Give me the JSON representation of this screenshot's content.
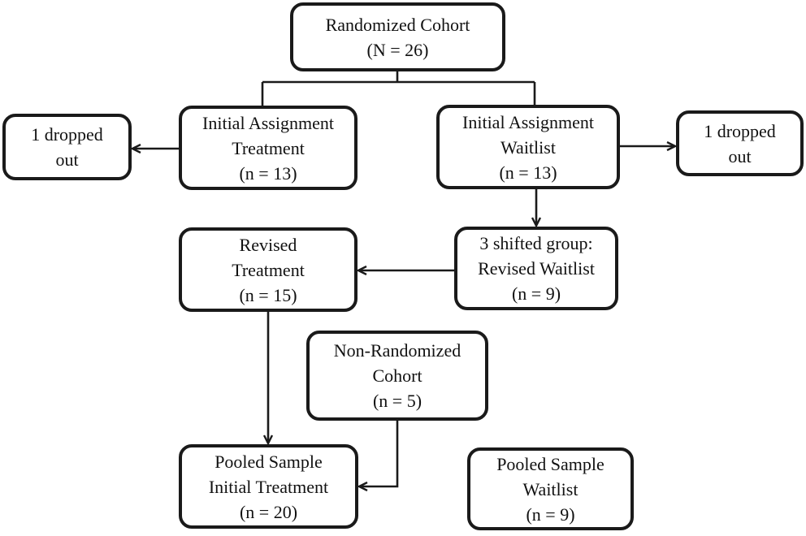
{
  "boxes": {
    "randomized_cohort": {
      "line1": "Randomized Cohort",
      "line2": "(N = 26)"
    },
    "initial_treatment": {
      "line1": "Initial Assignment",
      "line2": "Treatment",
      "line3": "(n = 13)"
    },
    "initial_waitlist": {
      "line1": "Initial Assignment",
      "line2": "Waitlist",
      "line3": "(n = 13)"
    },
    "dropout_treatment": {
      "line1": "1 dropped",
      "line2": "out"
    },
    "dropout_waitlist": {
      "line1": "1 dropped",
      "line2": "out"
    },
    "revised_treatment": {
      "line1": "Revised",
      "line2": "Treatment",
      "line3": "(n = 15)"
    },
    "revised_waitlist": {
      "line1": "3 shifted group:",
      "line2": "Revised Waitlist",
      "line3": "(n = 9)"
    },
    "non_randomized": {
      "line1": "Non-Randomized",
      "line2": "Cohort",
      "line3": "(n = 5)"
    },
    "pooled_treatment": {
      "line1": "Pooled Sample",
      "line2": "Initial Treatment",
      "line3": "(n = 20)"
    },
    "pooled_waitlist": {
      "line1": "Pooled Sample",
      "line2": "Waitlist",
      "line3": "(n = 9)"
    }
  },
  "colors": {
    "stroke": "#1a1a1a",
    "text": "#111111",
    "background": "#ffffff"
  }
}
